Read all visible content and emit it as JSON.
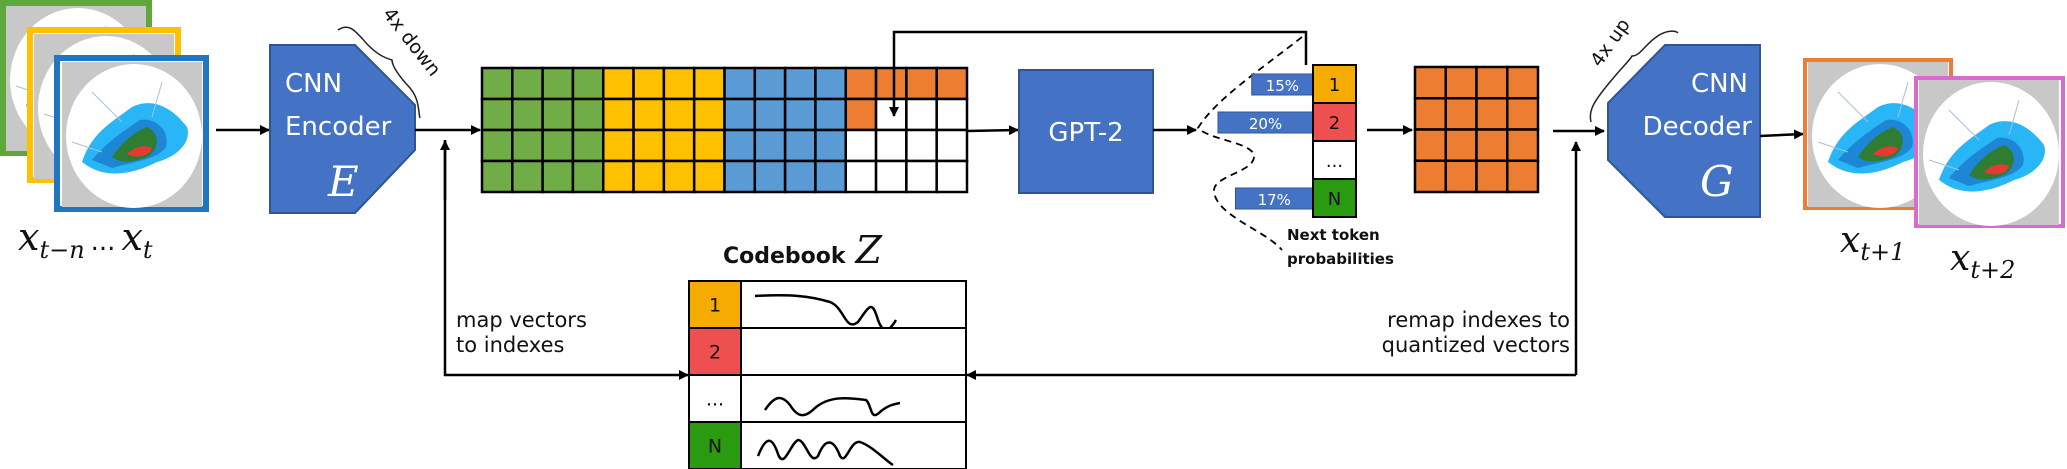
{
  "colors": {
    "block_blue": "#4472c4",
    "green": "#70ad47",
    "yellow": "#ffc000",
    "light_blue": "#5b9bd5",
    "orange": "#ed7d31",
    "index_1": "#f5ab00",
    "index_2": "#ee5050",
    "index_n": "#2a9a10",
    "frame_pink": "#d96ad0"
  },
  "inputs": {
    "label_first_var": "x",
    "label_first_sub": "t−n",
    "label_dots": "...",
    "label_last_var": "x",
    "label_last_sub": "t",
    "frame_colors": [
      "#5ea83a",
      "#ffc000",
      "#1f77c4"
    ]
  },
  "encoder": {
    "line1": "CNN",
    "line2": "Encoder",
    "symbol": "E",
    "scale_label": "4x down"
  },
  "token_grid": {
    "rows": 4,
    "cols": 16,
    "filled_orange": 5,
    "group_colors": [
      "#70ad47",
      "#ffc000",
      "#5b9bd5",
      "#ed7d31"
    ]
  },
  "gpt": {
    "label": "GPT-2"
  },
  "probabilities": {
    "items": [
      {
        "index": "1",
        "pct": "15%",
        "value": 15,
        "color": "#f5ab00"
      },
      {
        "index": "2",
        "pct": "20%",
        "value": 20,
        "color": "#ee5050"
      },
      {
        "index": "...",
        "pct": null,
        "color": "#ffffff"
      },
      {
        "index": "N",
        "pct": "17%",
        "value": 17,
        "color": "#2a9a10"
      }
    ],
    "caption_line1": "Next token",
    "caption_line2": "probabilities"
  },
  "decoder": {
    "line1": "CNN",
    "line2": "Decoder",
    "symbol": "G",
    "scale_label": "4x up"
  },
  "outputs": {
    "label1_var": "x",
    "label1_sub": "t+1",
    "label2_var": "x",
    "label2_sub": "t+2"
  },
  "codebook": {
    "title": "Codebook",
    "symbol": "Z",
    "rows": [
      {
        "index": "1",
        "color": "#f5ab00"
      },
      {
        "index": "2",
        "color": "#ee5050"
      },
      {
        "index": "...",
        "color": "#ffffff"
      },
      {
        "index": "N",
        "color": "#2a9a10"
      }
    ]
  },
  "annotations": {
    "map_line1": "map vectors",
    "map_line2": "to indexes",
    "remap_line1": "remap indexes to",
    "remap_line2": "quantized vectors"
  }
}
